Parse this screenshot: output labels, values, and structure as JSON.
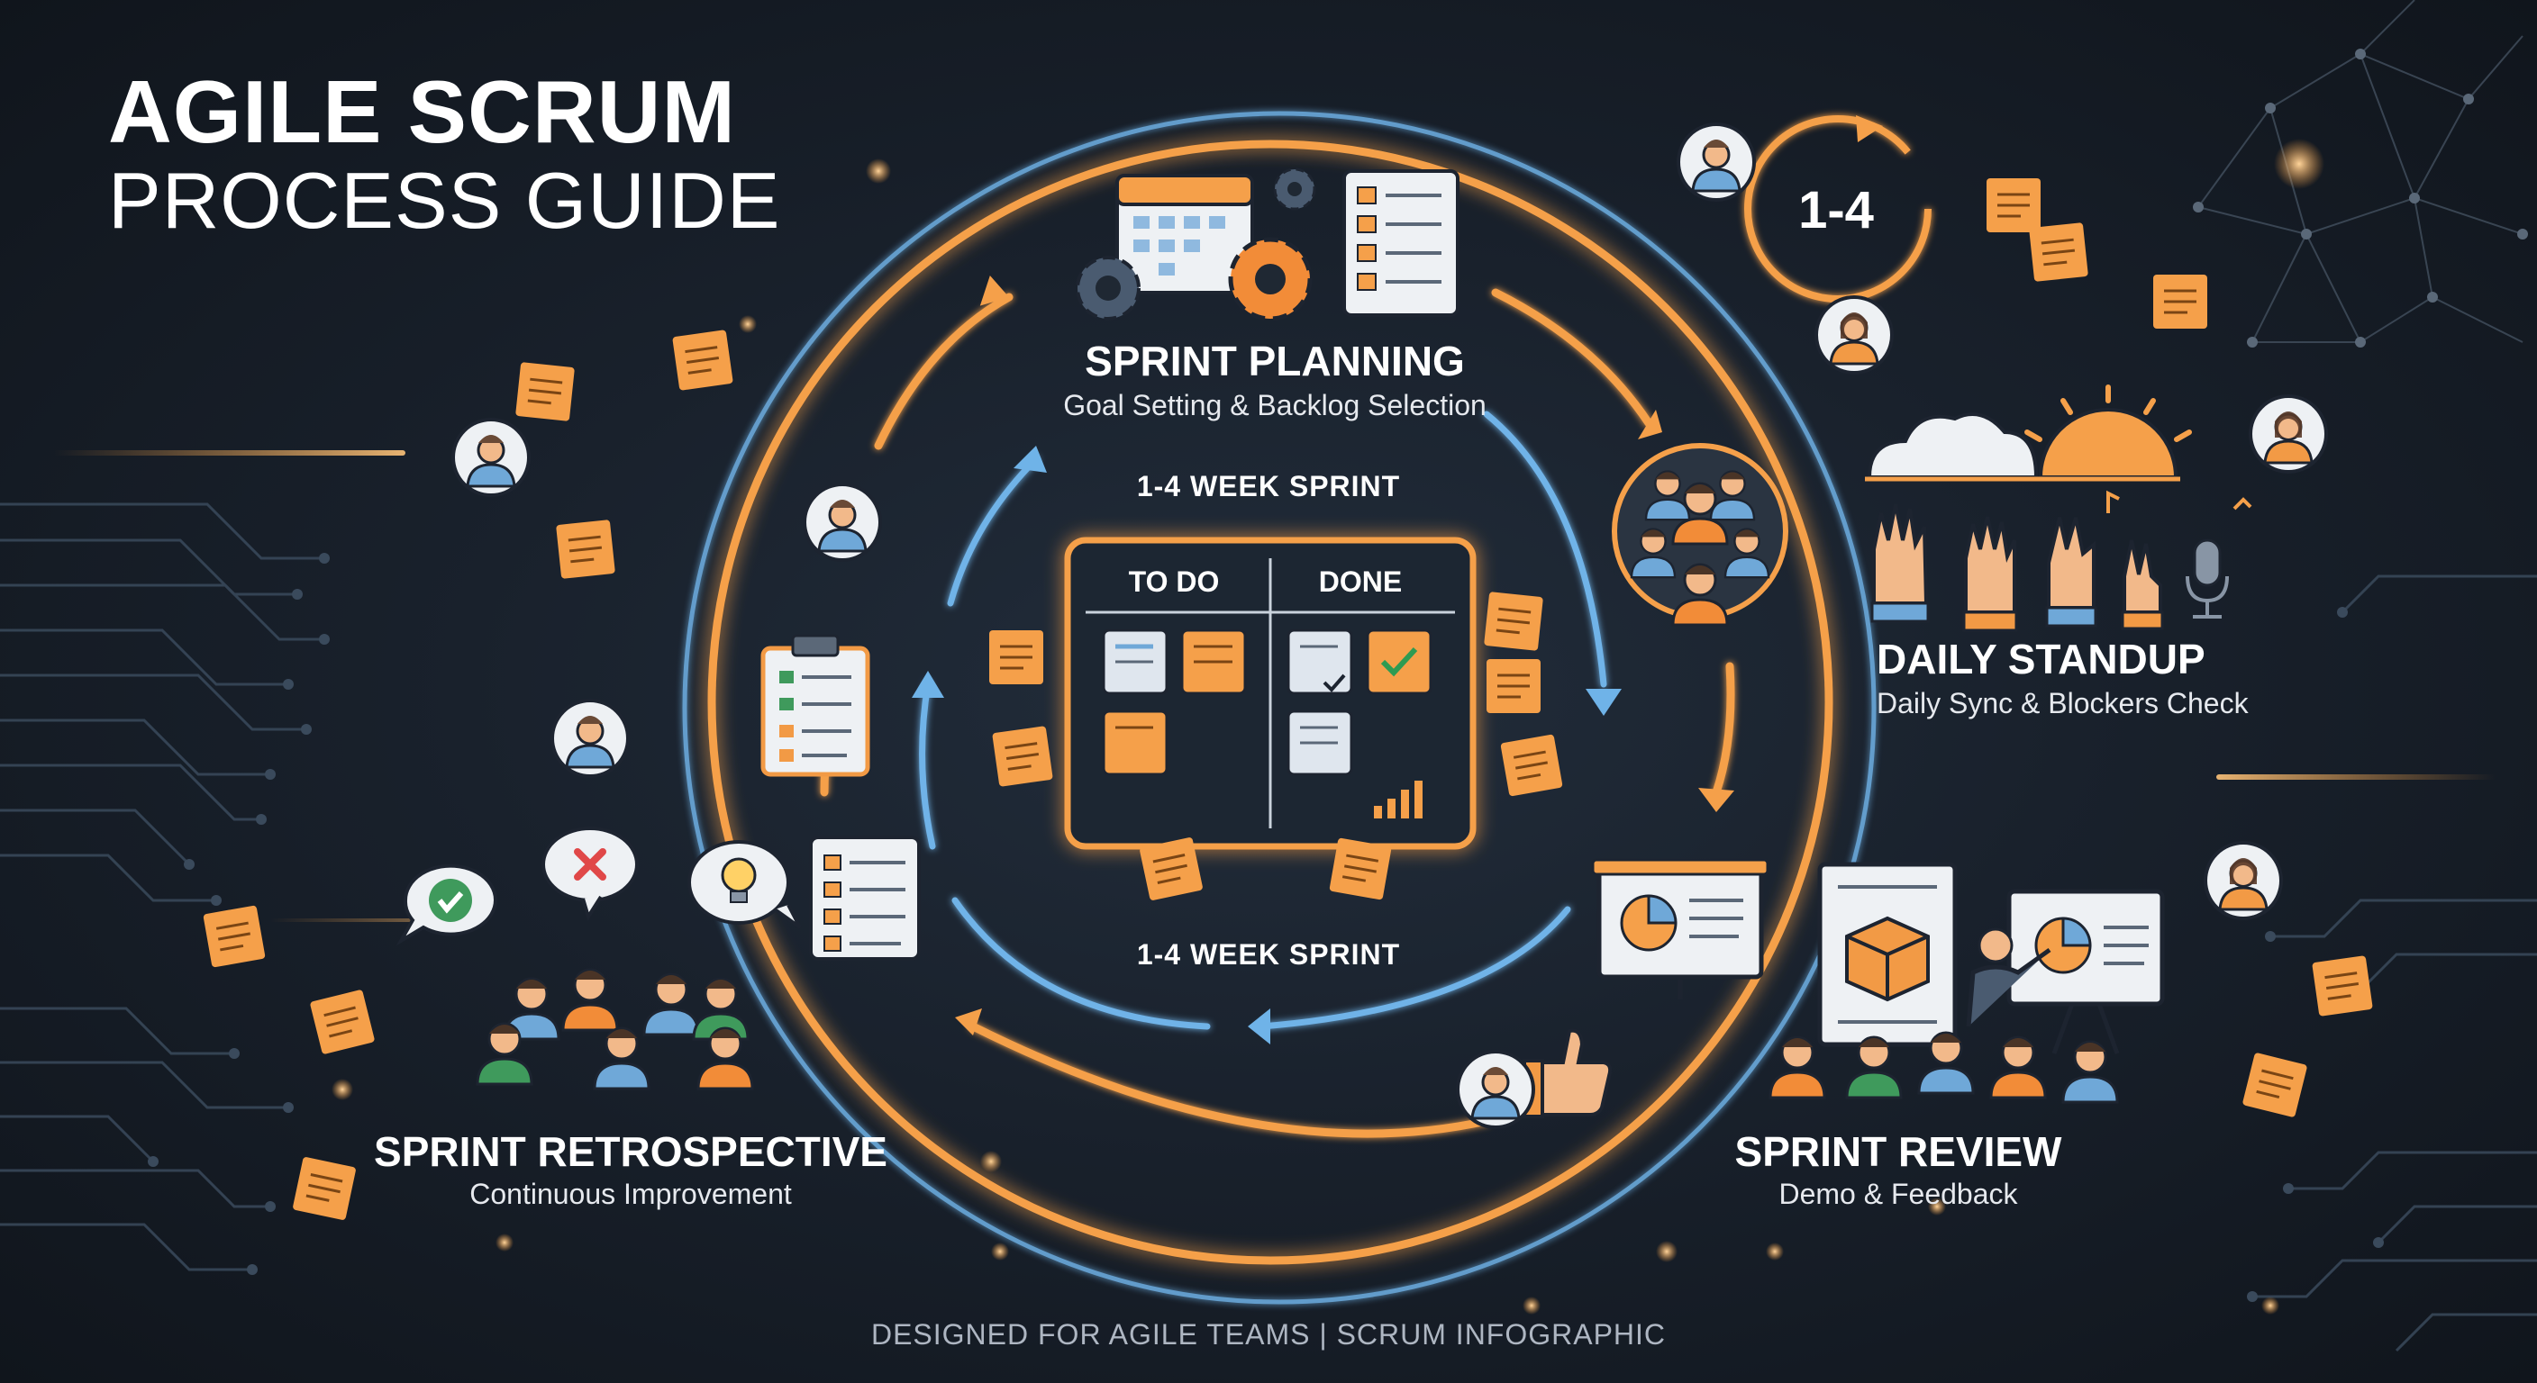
{
  "header": {
    "title_line1": "AGILE SCRUM",
    "title_line2": "PROCESS GUIDE"
  },
  "phases": {
    "planning": {
      "title": "SPRINT PLANNING",
      "subtitle": "Goal Setting & Backlog Selection"
    },
    "standup": {
      "title": "DAILY STANDUP",
      "subtitle": "Daily Sync & Blockers Check"
    },
    "review": {
      "title": "SPRINT REVIEW",
      "subtitle": "Demo & Feedback"
    },
    "retrospective": {
      "title": "SPRINT RETROSPECTIVE",
      "subtitle": "Continuous Improvement"
    }
  },
  "sprint_loop": {
    "top_label": "1-4 WEEK SPRINT",
    "bottom_label": "1-4 WEEK SPRINT"
  },
  "board": {
    "col_todo": "TO DO",
    "col_done": "DONE"
  },
  "daily_cycle": {
    "label": "1-4"
  },
  "footer": {
    "text": "DESIGNED FOR AGILE TEAMS | SCRUM INFOGRAPHIC"
  },
  "colors": {
    "background": "#151c26",
    "orange_accent": "#f5a04a",
    "blue_accent": "#6fb3e8",
    "sticky_note": "#f5a04a",
    "text": "#ffffff"
  },
  "icons": [
    "calendar-icon",
    "gear-icon",
    "checklist-icon",
    "team-icon",
    "raised-hands-icon",
    "microphone-icon",
    "sun-icon",
    "cloud-icon",
    "presentation-icon",
    "package-icon",
    "thumbs-up-icon",
    "lightbulb-icon",
    "checkmark-icon",
    "cross-icon",
    "clipboard-icon",
    "avatar-icon",
    "sticky-note-icon"
  ]
}
